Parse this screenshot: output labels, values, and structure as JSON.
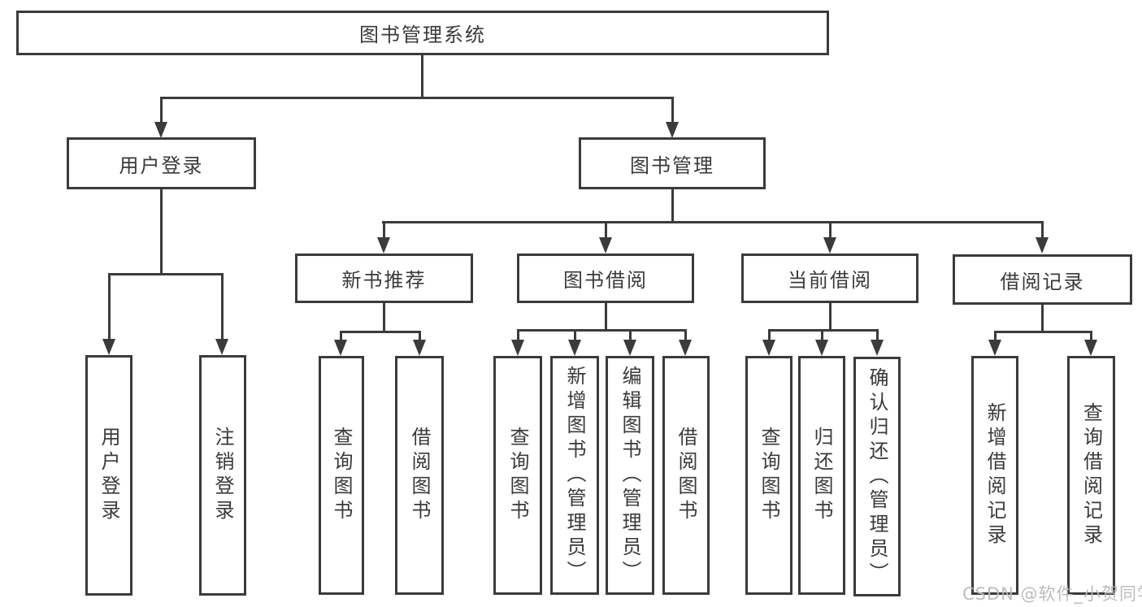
{
  "title": "图书管理系统",
  "tree": {
    "root": "图书管理系统",
    "user_login": {
      "label": "用户登录",
      "leaves": [
        "用户登录",
        "注销登录"
      ]
    },
    "book_mgmt": {
      "label": "图书管理",
      "children": [
        {
          "label": "新书推荐",
          "leaves": [
            "查询图书",
            "借阅图书"
          ]
        },
        {
          "label": "图书借阅",
          "leaves": [
            "查询图书",
            "新增图书（管理员）",
            "编辑图书（管理员）",
            "借阅图书"
          ]
        },
        {
          "label": "当前借阅",
          "leaves": [
            "查询图书",
            "归还图书",
            "确认归还（管理员）"
          ]
        },
        {
          "label": "借阅记录",
          "leaves": [
            "新增借阅记录",
            "查询借阅记录"
          ]
        }
      ]
    }
  },
  "watermark": "CSDN @软件_小贺同学",
  "colors": {
    "line": "#3b3b3b",
    "text": "#3a3a3a",
    "background": "#ffffff",
    "watermark": "#b9b9b9"
  }
}
